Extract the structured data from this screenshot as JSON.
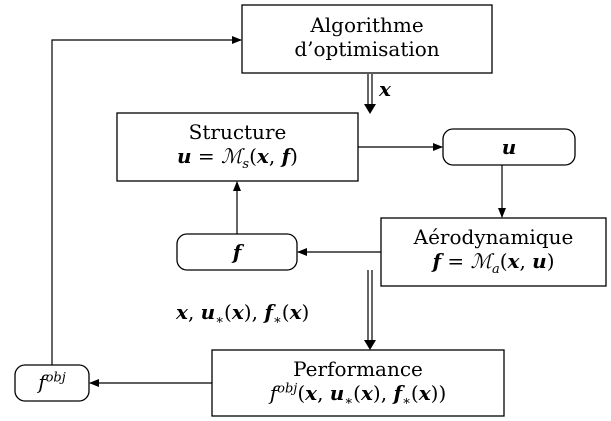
{
  "nodes": {
    "optim": {
      "line1": "Algorithme",
      "line2": "d’optimisation"
    },
    "structure": {
      "title": "Structure",
      "lhs": "u",
      "eq": " = ",
      "op": "ℳ",
      "sub": "s",
      "open": "(",
      "a1": "x",
      "comma": ", ",
      "a2": "f",
      "close": ")"
    },
    "u_var": {
      "label": "u"
    },
    "aero": {
      "title": "Aérodynamique",
      "lhs": "f",
      "eq": " = ",
      "op": "ℳ",
      "sub": "a",
      "open": "(",
      "a1": "x",
      "comma": ", ",
      "a2": "u",
      "close": ")"
    },
    "f_var": {
      "label": "f"
    },
    "perf": {
      "title": "Performance",
      "f": "f",
      "sup": "obj",
      "open": "(",
      "x": "x",
      "c1": ", ",
      "u": "u",
      "star1": "∗",
      "ux_open": "(",
      "ux": "x",
      "ux_close": ")",
      "c2": ", ",
      "ff": "f",
      "star2": "∗",
      "fx_open": "(",
      "fx": "x",
      "fx_close": "))"
    },
    "fobj_var": {
      "f": "f",
      "sup": "obj"
    }
  },
  "edges": {
    "x_label": "x",
    "bundle_label": {
      "x": "x",
      "c1": ", ",
      "u": "u",
      "star": "∗",
      "open1": "(",
      "x1": "x",
      "close1": ")",
      "c2": ", ",
      "f": "f",
      "star2": "∗",
      "open2": "(",
      "x2": "x",
      "close2": ")"
    }
  },
  "colors": {
    "stroke": "#000000",
    "background": "#ffffff"
  }
}
